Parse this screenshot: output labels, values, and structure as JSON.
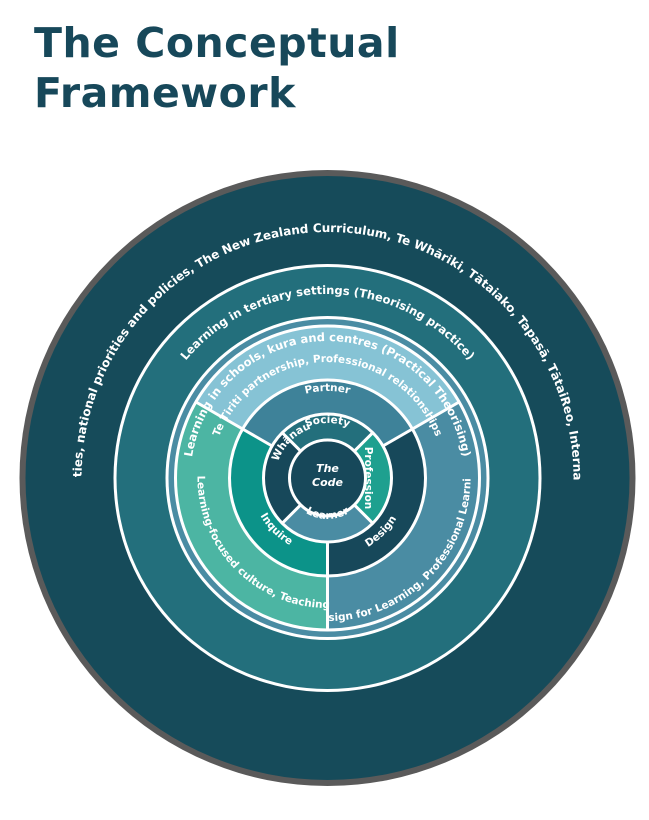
{
  "title": {
    "line1": "The Conceptual",
    "line2": "Framework"
  },
  "rings": {
    "outer": "Our communities, national priorities and policies, The New Zealand Curriculum, Te Whāriki, Tātaiako, Tapasā, TātaiReo, International trends",
    "tertiary": "Learning in tertiary settings (Theorising practice)",
    "schools": "Learning in schools, kura and centres (Practical Theorising)",
    "partnership": "Te Tiriti partnership, Professional relationships",
    "learning_culture": "Learning-focused culture, Teaching",
    "design_learning": "Design for Learning, Professional Learning"
  },
  "segments": {
    "partner": "Partner",
    "inquire": "Inquire",
    "design": "Design"
  },
  "inner": {
    "society": "Society",
    "profession": "Profession",
    "learner": "Learner",
    "whanau": "Whānau"
  },
  "center": {
    "line1": "The",
    "line2": "Code"
  },
  "colors": {
    "title": "#17485a",
    "outer_border": "#5a5a5a",
    "outer_ring": "#164b5a",
    "tertiary_ring": "#236f7c",
    "schools_ring": "#4a8ca3",
    "partnership_band": "#86c3d5",
    "partner_segment": "#3e8299",
    "inquire_band": "#4cb5a3",
    "inquire_segment": "#0c9389",
    "design_segment": "#17485a",
    "center": "#17485a"
  }
}
